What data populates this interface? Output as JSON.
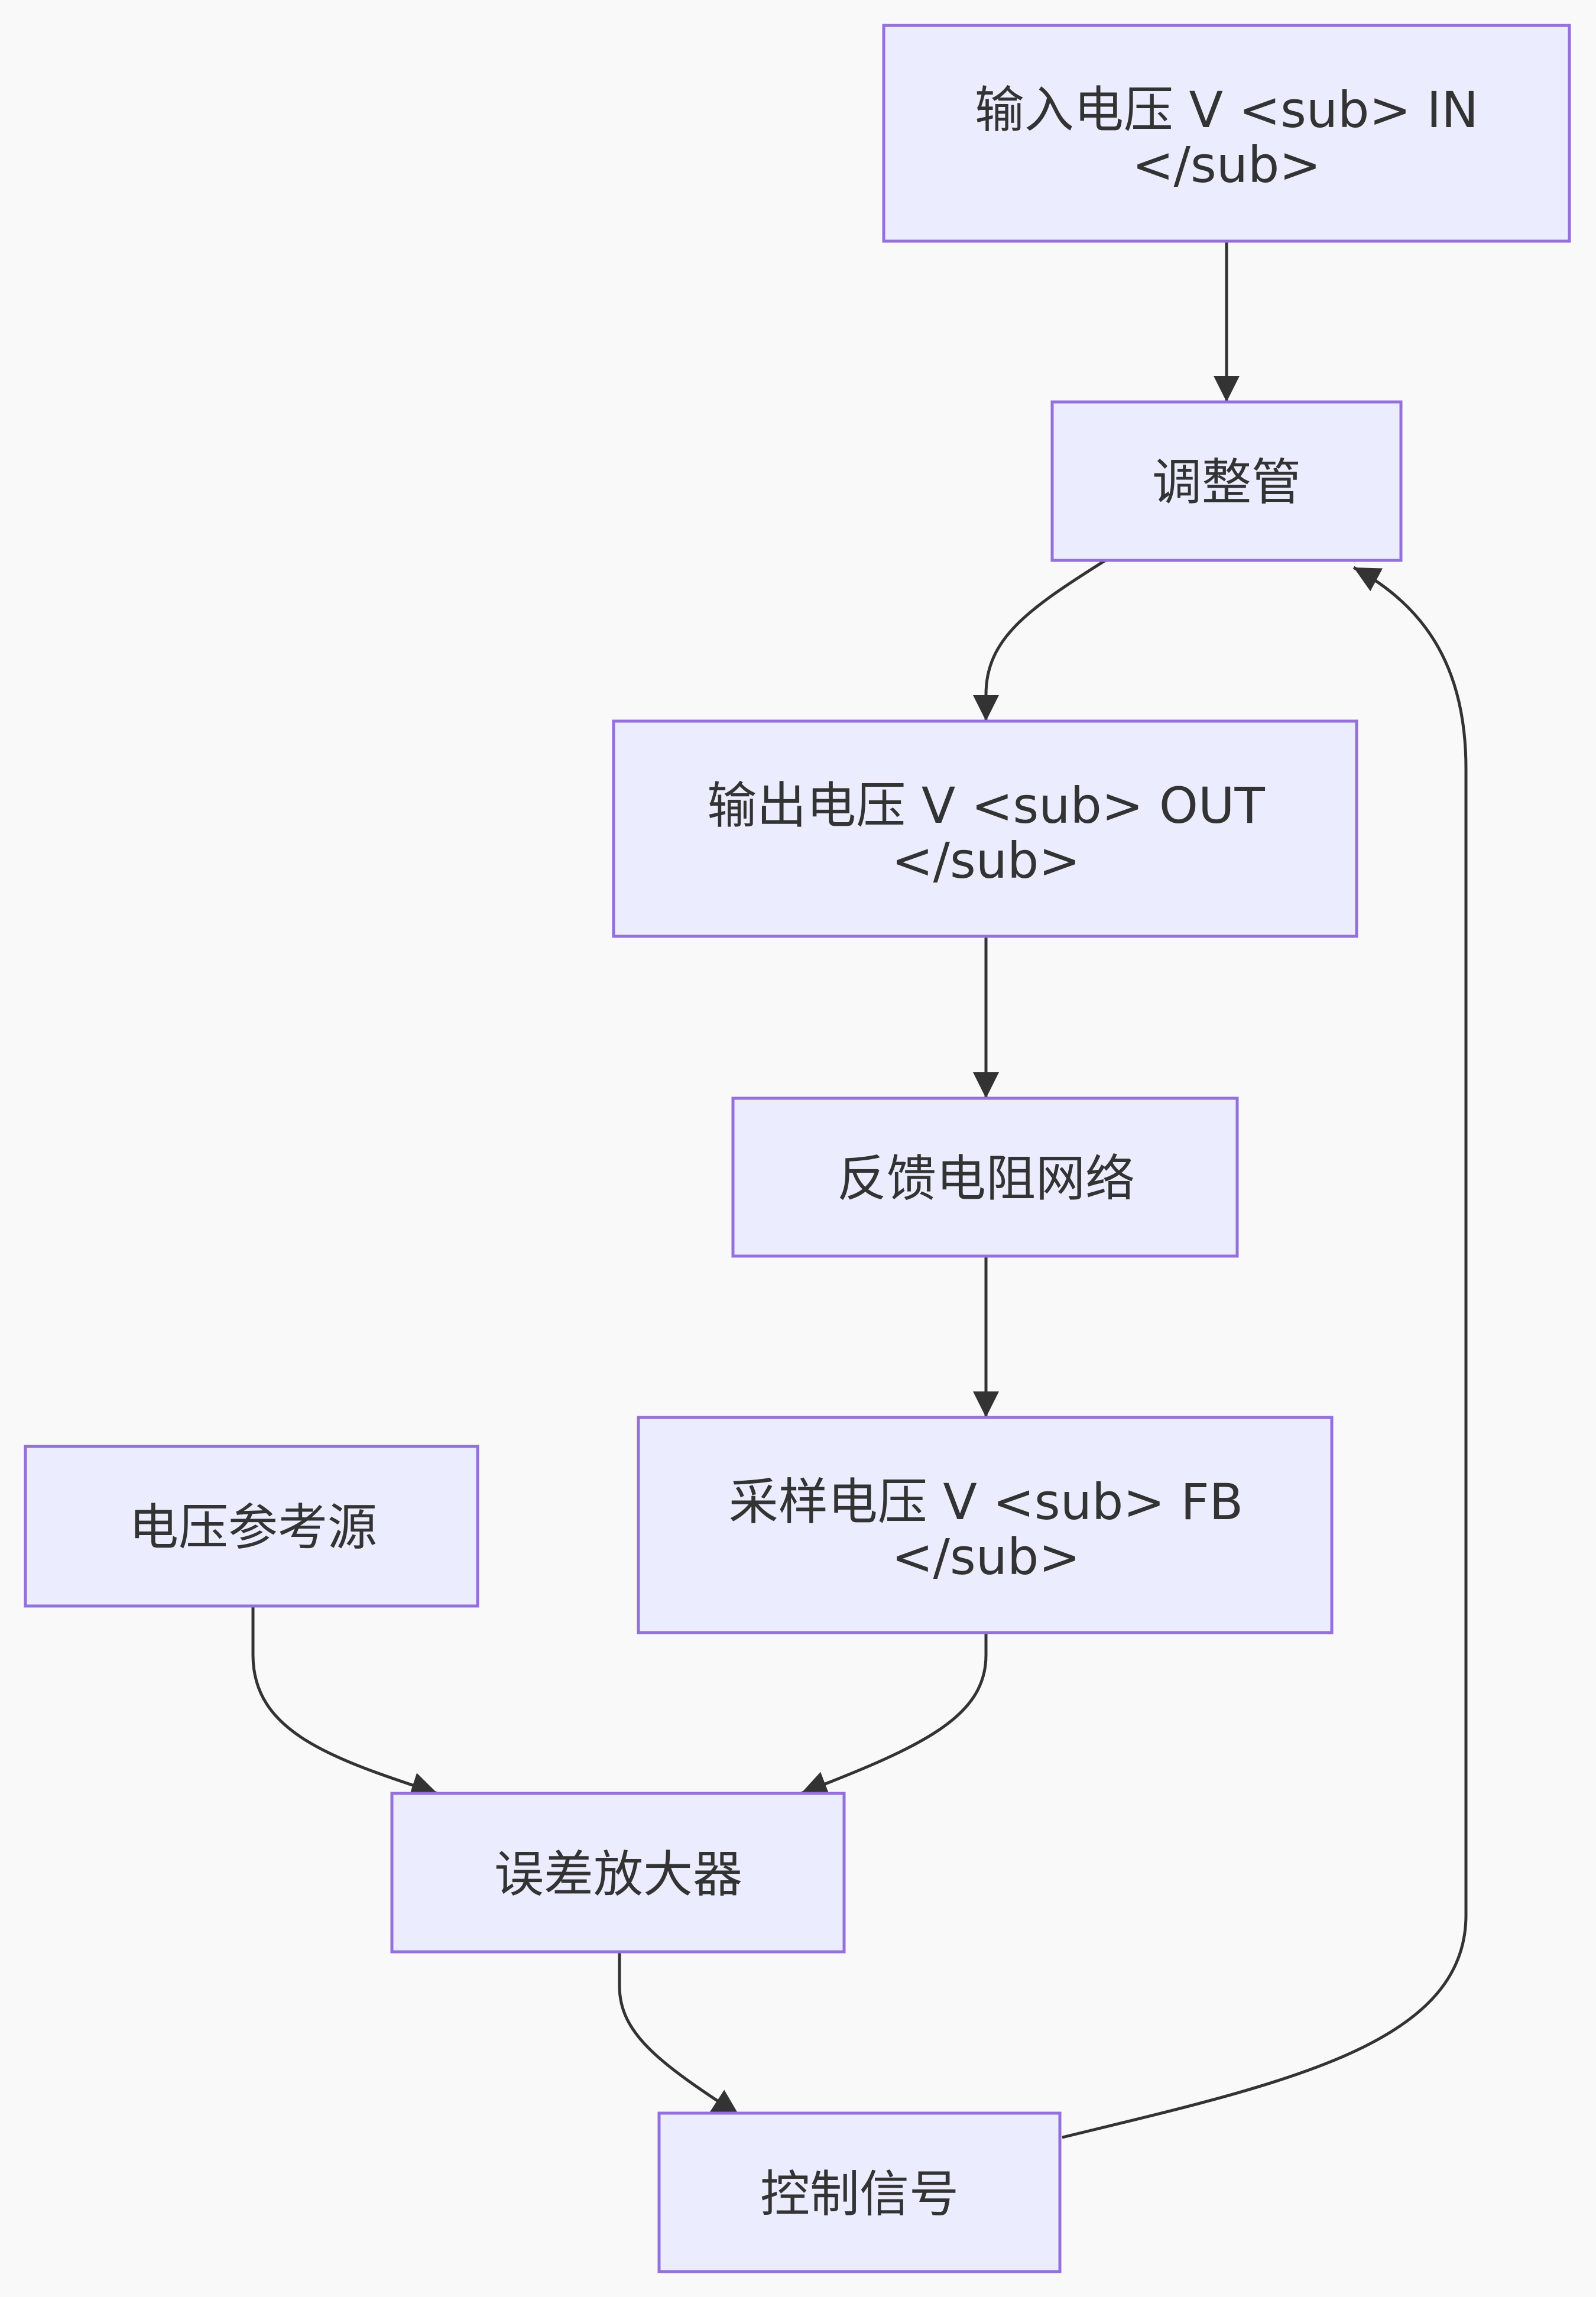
{
  "diagram": {
    "nodes": [
      {
        "id": "vin",
        "line1": "输入电压 V <sub> IN",
        "line2": "</sub>"
      },
      {
        "id": "adjust",
        "line1": "调整管"
      },
      {
        "id": "vout",
        "line1": "输出电压 V <sub> OUT",
        "line2": "</sub>"
      },
      {
        "id": "feedback",
        "line1": "反馈电阻网络"
      },
      {
        "id": "vfb",
        "line1": "采样电压 V <sub> FB",
        "line2": "</sub>"
      },
      {
        "id": "vref",
        "line1": "电压参考源"
      },
      {
        "id": "erramp",
        "line1": "误差放大器"
      },
      {
        "id": "ctrl",
        "line1": "控制信号"
      }
    ],
    "edges": [
      {
        "from": "vin",
        "to": "adjust"
      },
      {
        "from": "adjust",
        "to": "vout"
      },
      {
        "from": "vout",
        "to": "feedback"
      },
      {
        "from": "feedback",
        "to": "vfb"
      },
      {
        "from": "vref",
        "to": "erramp"
      },
      {
        "from": "vfb",
        "to": "erramp"
      },
      {
        "from": "erramp",
        "to": "ctrl"
      },
      {
        "from": "ctrl",
        "to": "adjust"
      }
    ],
    "colors": {
      "node_fill": "#ececff",
      "node_stroke": "#9370db",
      "edge": "#333333",
      "text": "#333333",
      "background": "#f9f9f9"
    }
  }
}
